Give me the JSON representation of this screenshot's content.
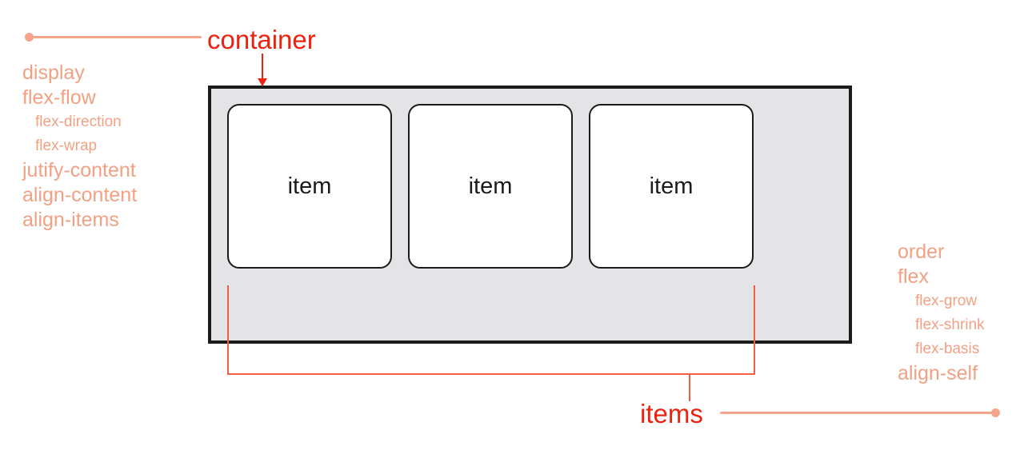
{
  "diagram": {
    "title_top": "container",
    "title_bottom": "items",
    "container": {
      "label": "container",
      "background_color": "#e4e4e6",
      "border_color": "#1b1b1b",
      "items": [
        {
          "label": "item"
        },
        {
          "label": "item"
        },
        {
          "label": "item"
        }
      ]
    },
    "container_properties": [
      {
        "name": "display",
        "level": 0
      },
      {
        "name": "flex-flow",
        "level": 0
      },
      {
        "name": "flex-direction",
        "level": 1
      },
      {
        "name": "flex-wrap",
        "level": 1
      },
      {
        "name": "jutify-content",
        "level": 0
      },
      {
        "name": "align-content",
        "level": 0
      },
      {
        "name": "align-items",
        "level": 0
      }
    ],
    "item_properties": [
      {
        "name": "order",
        "level": 0
      },
      {
        "name": "flex",
        "level": 0
      },
      {
        "name": "flex-grow",
        "level": 1
      },
      {
        "name": "flex-shrink",
        "level": 1
      },
      {
        "name": "flex-basis",
        "level": 1
      },
      {
        "name": "align-self",
        "level": 0
      }
    ],
    "colors": {
      "heading_red": "#ee2211",
      "property_salmon": "#f2a184",
      "leader_salmon": "#f4a58a",
      "bracket_orange": "#f05f43",
      "container_fill": "#e4e4e6",
      "stroke_black": "#1b1b1b",
      "item_fill": "#ffffff"
    }
  }
}
